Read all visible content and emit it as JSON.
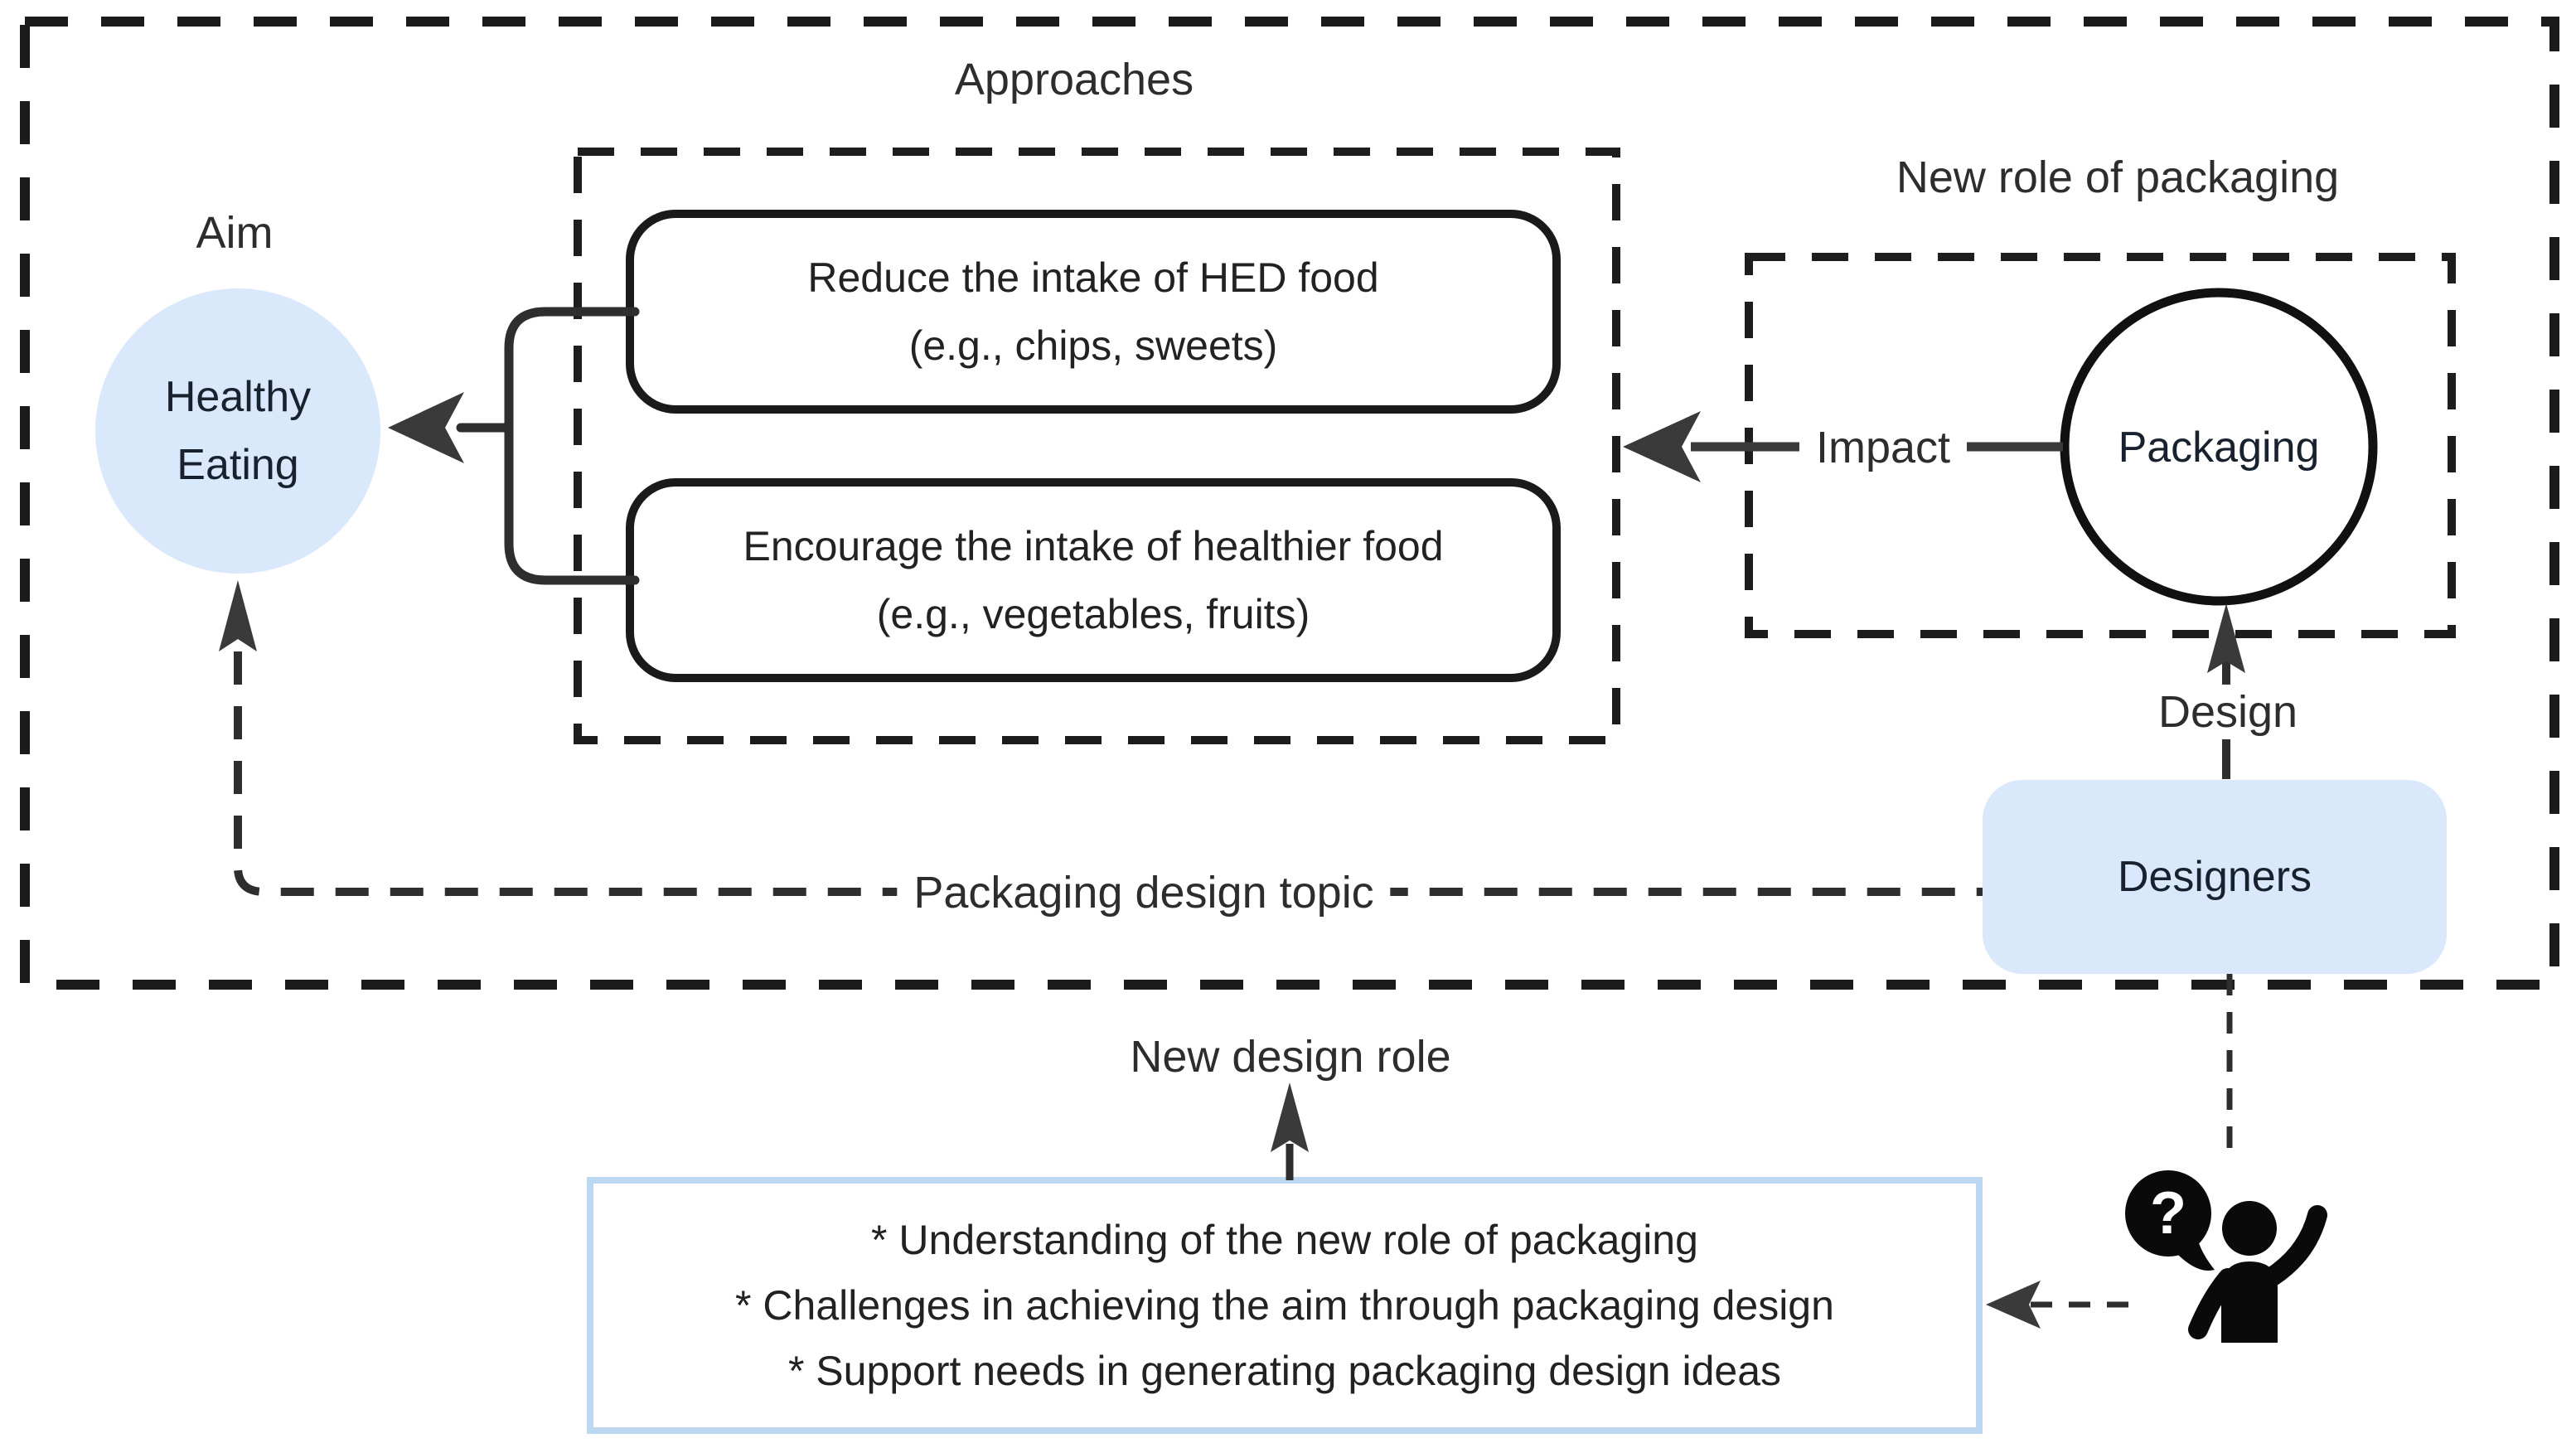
{
  "diagram": {
    "aim": {
      "title": "Aim",
      "node_line1": "Healthy",
      "node_line2": "Eating"
    },
    "approaches": {
      "title": "Approaches",
      "box1": {
        "line1": "Reduce the intake of HED food",
        "line2": "(e.g., chips, sweets)"
      },
      "box2": {
        "line1": "Encourage the intake of healthier food",
        "line2": "(e.g., vegetables, fruits)"
      }
    },
    "new_role": {
      "title": "New role of packaging",
      "node": "Packaging"
    },
    "labels": {
      "impact": "Impact",
      "design": "Design",
      "packaging_topic": "Packaging design topic",
      "new_design_role": "New design role"
    },
    "designers": {
      "node": "Designers"
    },
    "needs": {
      "items": [
        "* Understanding of the new role of packaging",
        "* Challenges in achieving the aim through packaging design",
        "* Support needs in generating packaging design ideas"
      ]
    },
    "icon": {
      "question_mark": "?"
    },
    "colors": {
      "light_blue": "#d9e8fb",
      "line_dark": "#2e2e2e",
      "border_black": "#1a1a1a",
      "bottom_border_blue": "#bcd7f0",
      "arrow_fill": "#3a3a3a"
    }
  }
}
